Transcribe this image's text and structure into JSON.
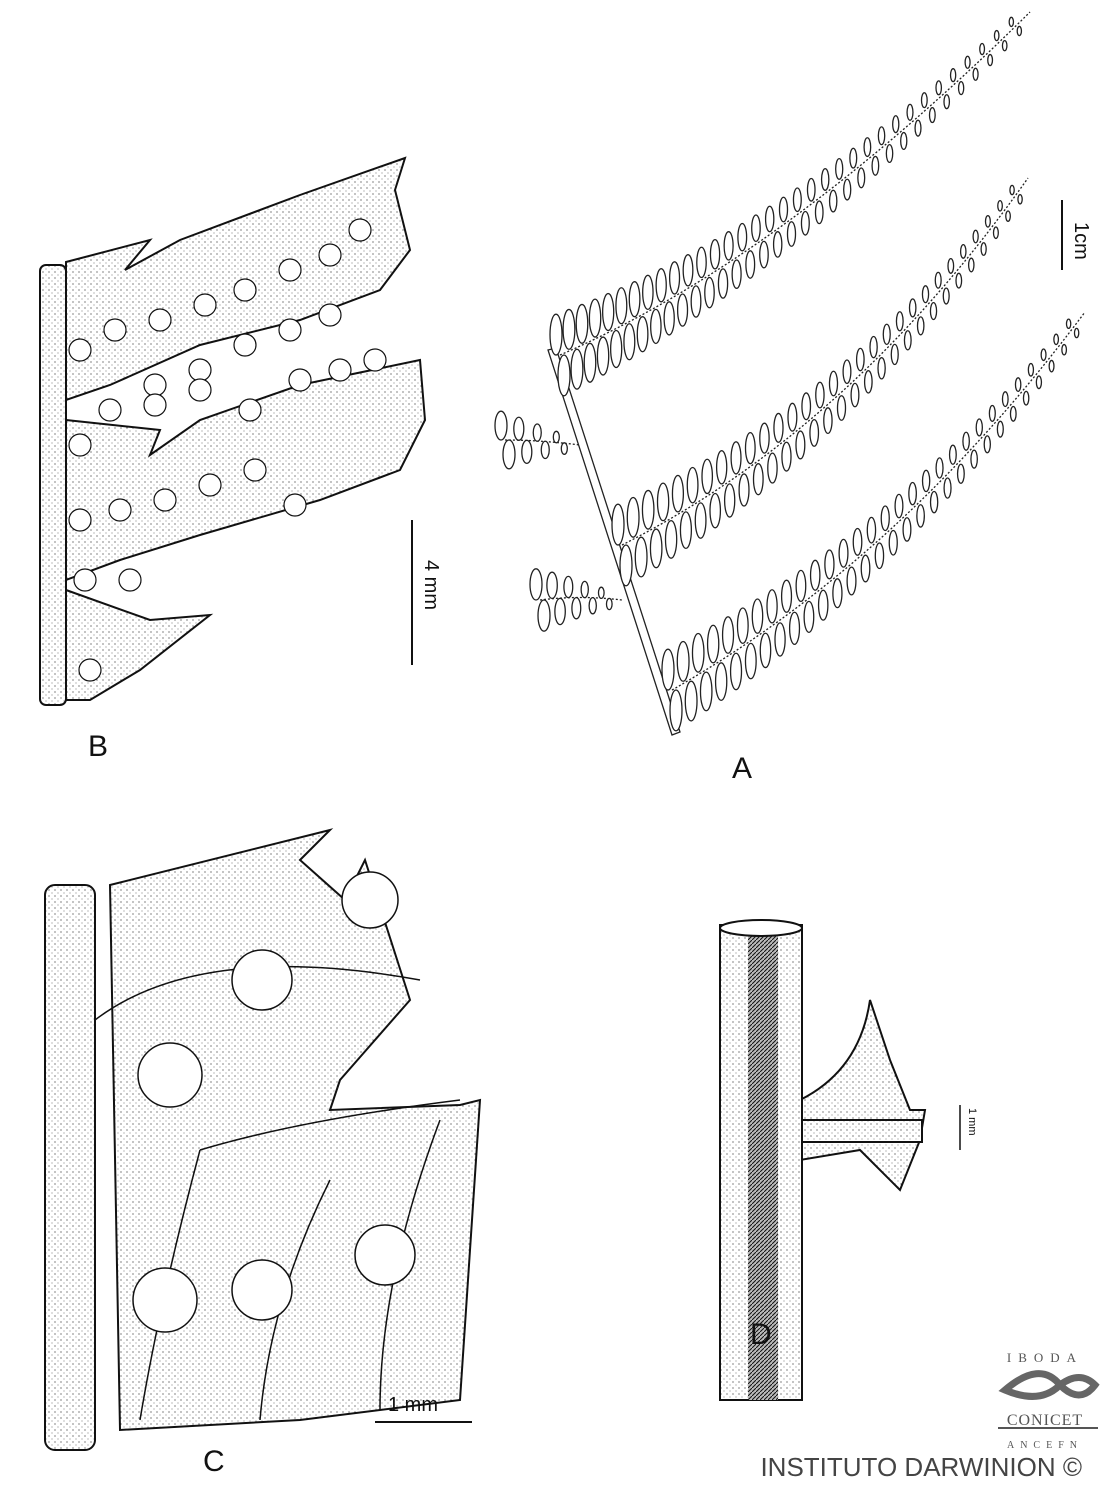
{
  "panels": {
    "a": "A",
    "b": "B",
    "c": "C",
    "d": "D"
  },
  "scales": {
    "a": "1cm",
    "b": "4 mm",
    "c": "1 mm",
    "d": "1 mm"
  },
  "logo": {
    "top": "IBODA",
    "middle": "CONICET",
    "bottom": "ANCEFN"
  },
  "credit": "INSTITUTO DARWINION ©"
}
